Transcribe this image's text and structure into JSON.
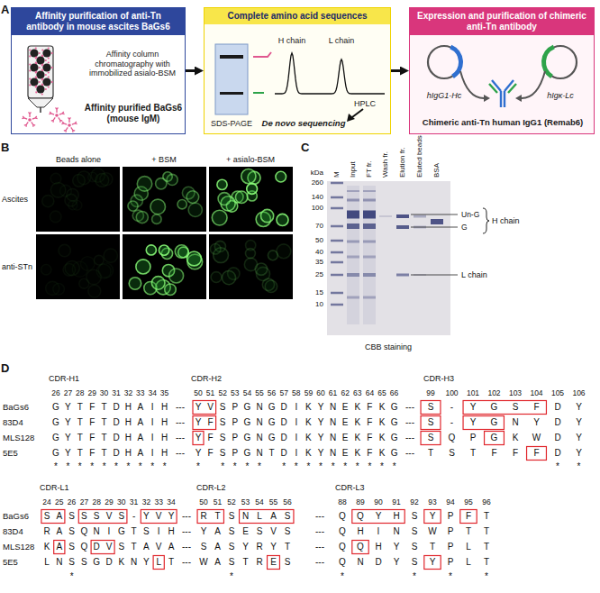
{
  "diagram": {
    "nodes": [
      {
        "text": [
          "Affinity purification of anti-Tn antibody in mouse ascites BaGs6",
          "Affinity column chromatography with immobilized asialo-BSM",
          "Affinity purified BaGs6 (mouse IgM)"
        ]
      },
      {
        "text": [
          "Complete amino acid sequences",
          "H chain",
          "L chain",
          "SDS-PAGE",
          "HPLC",
          "De novo sequencing"
        ]
      },
      {
        "text": [
          "Expression and purification of chimeric anti-Tn antibody",
          "hIgG1-Hc",
          "hIgκ-Lc",
          "Chimeric anti-Tn human IgG1 (Remab6)"
        ]
      }
    ],
    "edges": [
      {
        "from": 0,
        "to": 1,
        "arrow": "to"
      },
      {
        "from": 1,
        "to": 2,
        "arrow": "to"
      }
    ],
    "labels": [
      "A",
      "B",
      "C",
      "D",
      "Beads alone",
      "+ BSM",
      "+ asialo-BSM",
      "Ascites",
      "anti-STn",
      "M",
      "Input",
      "FT fr.",
      "Wash fr.",
      "Elution fr.",
      "Eluted beads",
      "BSA",
      "kDa",
      "260",
      "140",
      "100",
      "70",
      "50",
      "40",
      "35",
      "25",
      "15",
      "10",
      "Un-G",
      "G",
      "H chain",
      "L chain",
      "CBB staining",
      "CDR-H1",
      "CDR-H2",
      "CDR-H3",
      "26",
      "27",
      "28",
      "29",
      "30",
      "31",
      "32",
      "33",
      "34",
      "35",
      "50",
      "51",
      "52",
      "53",
      "54",
      "55",
      "56",
      "57",
      "58",
      "59",
      "60",
      "61",
      "62",
      "63",
      "64",
      "65",
      "66",
      "99",
      "100",
      "101",
      "102",
      "103",
      "104",
      "105",
      "106",
      "BaGs6",
      "G",
      "Y",
      "T",
      "F",
      "T",
      "D",
      "H",
      "A",
      "I",
      "H",
      "---",
      "Y",
      "V",
      "S",
      "P",
      "G",
      "N",
      "G",
      "D",
      "I",
      "K",
      "Y",
      "N",
      "E",
      "K",
      "F",
      "K",
      "G",
      "---",
      "S",
      "-",
      "Y",
      "G",
      "S",
      "F",
      "D",
      "Y",
      "83D4",
      "G",
      "Y",
      "T",
      "F",
      "T",
      "D",
      "H",
      "A",
      "I",
      "H",
      "---",
      "Y",
      "F",
      "S",
      "P",
      "G",
      "N",
      "G",
      "D",
      "I",
      "K",
      "Y",
      "N",
      "E",
      "K",
      "F",
      "K",
      "G",
      "---",
      "S",
      "-",
      "Y",
      "G",
      "N",
      "Y",
      "D",
      "Y",
      "MLS128",
      "G",
      "Y",
      "T",
      "F",
      "T",
      "D",
      "H",
      "A",
      "I",
      "H",
      "---",
      "Y",
      "F",
      "S",
      "P",
      "G",
      "N",
      "G",
      "D",
      "I",
      "K",
      "Y",
      "N",
      "E",
      "K",
      "F",
      "K",
      "G",
      "---",
      "S",
      "Q",
      "P",
      "G",
      "K",
      "W",
      "D",
      "Y",
      "5E5",
      "G",
      "Y",
      "T",
      "F",
      "T",
      "D",
      "H",
      "A",
      "I",
      "H",
      "---",
      "Y",
      "F",
      "S",
      "P",
      "G",
      "N",
      "T",
      "D",
      "I",
      "K",
      "Y",
      "N",
      "E",
      "K",
      "F",
      "K",
      "G",
      "---",
      "T",
      "S",
      "T",
      "F",
      "F",
      "F",
      "D",
      "Y",
      "*",
      "*",
      "*",
      "*",
      "*",
      "*",
      "*",
      "*",
      "*",
      "*",
      "*",
      "*",
      "*",
      "*",
      "*",
      "*",
      "*",
      "*",
      "*",
      "*",
      "*",
      "*",
      "*",
      "*",
      "*",
      "*",
      "*",
      "CDR-L1",
      "CDR-L2",
      "CDR-L3",
      "24",
      "25",
      "26",
      "27",
      "28",
      "29",
      "30",
      "31",
      "32",
      "33",
      "34",
      "50",
      "51",
      "52",
      "53",
      "54",
      "55",
      "56",
      "88",
      "89",
      "90",
      "91",
      "92",
      "93",
      "94",
      "95",
      "96",
      "BaGs6",
      "S",
      "A",
      "S",
      "S",
      "S",
      "V",
      "S",
      "-",
      "Y",
      "V",
      "Y",
      "---",
      "R",
      "T",
      "S",
      "N",
      "L",
      "A",
      "S",
      "---",
      "Q",
      "Q",
      "Y",
      "H",
      "S",
      "Y",
      "P",
      "F",
      "T",
      "83D4",
      "R",
      "A",
      "S",
      "Q",
      "N",
      "I",
      "G",
      "T",
      "S",
      "I",
      "H",
      "---",
      "Y",
      "A",
      "S",
      "E",
      "S",
      "V",
      "S",
      "---",
      "Q",
      "H",
      "I",
      "N",
      "S",
      "W",
      "P",
      "T",
      "T",
      "MLS128",
      "K",
      "A",
      "S",
      "Q",
      "D",
      "V",
      "S",
      "T",
      "A",
      "V",
      "A",
      "---",
      "S",
      "A",
      "S",
      "Y",
      "R",
      "Y",
      "T",
      "---",
      "Q",
      "Q",
      "H",
      "Y",
      "S",
      "T",
      "P",
      "L",
      "T",
      "5E5",
      "L",
      "N",
      "S",
      "S",
      "G",
      "D",
      "K",
      "N",
      "Y",
      "L",
      "T",
      "---",
      "W",
      "A",
      "S",
      "T",
      "R",
      "E",
      "S",
      "---",
      "Q",
      "N",
      "D",
      "Y",
      "S",
      "Y",
      "P",
      "L",
      "T",
      "*",
      "*",
      "*",
      "*",
      "*",
      "*"
    ]
  }
}
